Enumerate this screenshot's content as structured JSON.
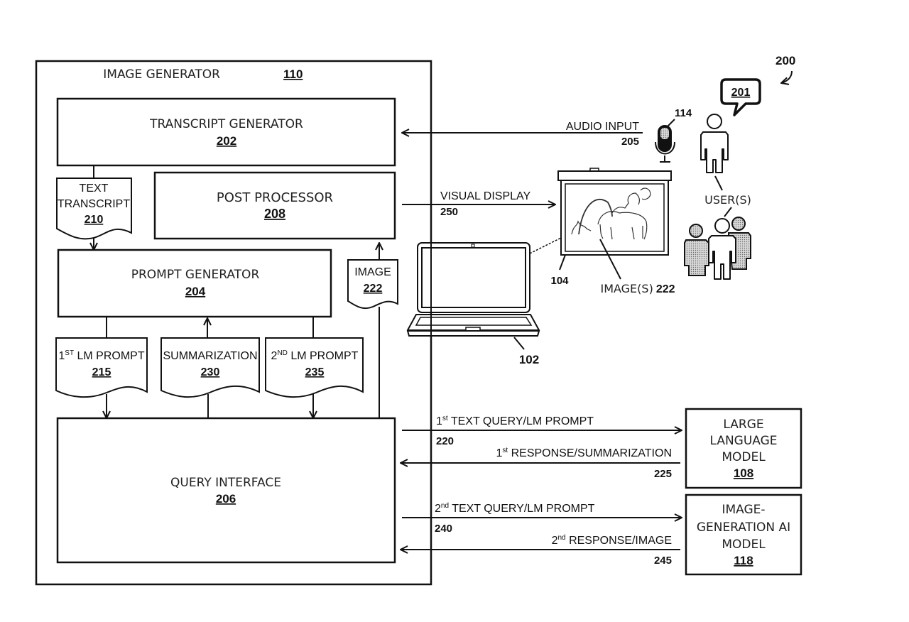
{
  "figure_ref": "200",
  "image_generator": {
    "title": "IMAGE GENERATOR",
    "ref": "110"
  },
  "transcript_generator": {
    "title": "TRANSCRIPT GENERATOR",
    "ref": "202"
  },
  "post_processor": {
    "title": "POST PROCESSOR",
    "ref": "208"
  },
  "prompt_generator": {
    "title": "PROMPT GENERATOR",
    "ref": "204"
  },
  "query_interface": {
    "title": "QUERY INTERFACE",
    "ref": "206"
  },
  "text_transcript": {
    "line1": "TEXT",
    "line2": "TRANSCRIPT",
    "ref": "210"
  },
  "image_doc": {
    "title": "IMAGE",
    "ref": "222"
  },
  "docs": [
    {
      "pre": "1",
      "sup": "ST",
      "title": " LM PROMPT",
      "ref": "215"
    },
    {
      "pre": "",
      "sup": "",
      "title": "SUMMARIZATION",
      "ref": "230"
    },
    {
      "pre": "2",
      "sup": "ND",
      "title": " LM PROMPT",
      "ref": "235"
    }
  ],
  "audio_input": {
    "label": "AUDIO INPUT",
    "ref": "205"
  },
  "visual_display": {
    "label": "VISUAL DISPLAY",
    "ref": "250"
  },
  "microphone": {
    "ref": "114"
  },
  "speech_bubble": {
    "ref": "201"
  },
  "users": {
    "label": "USER(S)"
  },
  "screen": {
    "ref": "104"
  },
  "images_label": {
    "label": "IMAGE(S)",
    "ref": "222"
  },
  "laptop": {
    "ref": "102"
  },
  "arrows": [
    {
      "pre": "1",
      "sup": "st",
      "label": " TEXT QUERY/LM PROMPT",
      "ref": "220"
    },
    {
      "pre": "1",
      "sup": "st",
      "label": " RESPONSE/SUMMARIZATION",
      "ref": "225"
    },
    {
      "pre": "2",
      "sup": "nd",
      "label": " TEXT QUERY/LM PROMPT",
      "ref": "240"
    },
    {
      "pre": "2",
      "sup": "nd",
      "label": " RESPONSE/IMAGE",
      "ref": "245"
    }
  ],
  "llm": {
    "line1": "LARGE",
    "line2": "LANGUAGE",
    "line3": "MODEL",
    "ref": "108"
  },
  "image_ai": {
    "line1": "IMAGE-",
    "line2": "GENERATION AI",
    "line3": "MODEL",
    "ref": "118"
  }
}
